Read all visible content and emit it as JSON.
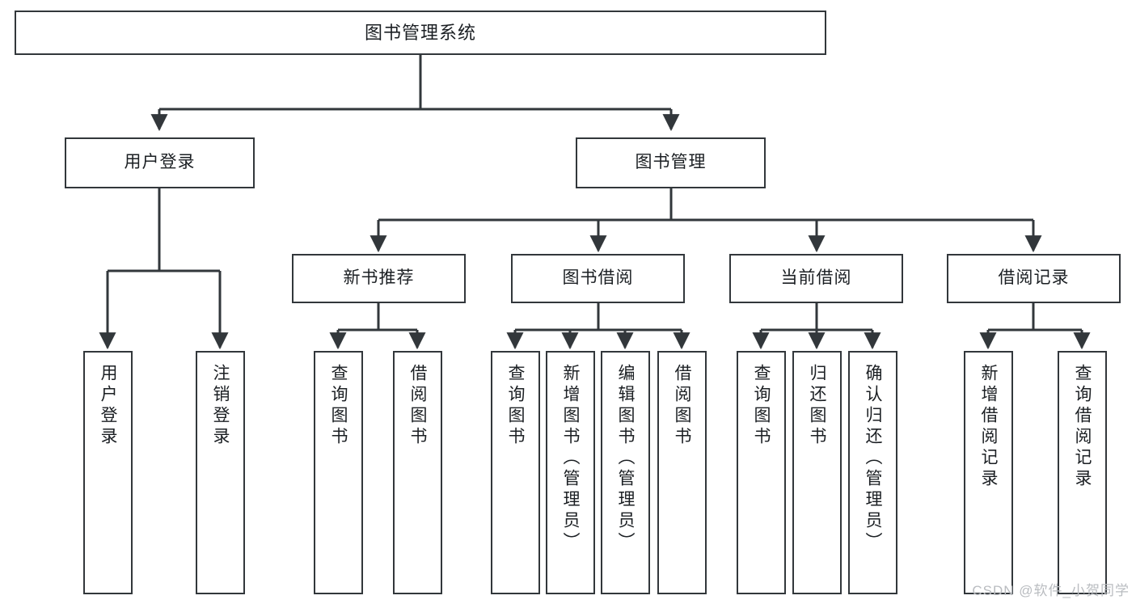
{
  "diagram": {
    "type": "tree",
    "title": "图书管理系统",
    "stroke_color": "#32373b",
    "fill_color": "#ffffff",
    "nodes": {
      "root": {
        "label": "图书管理系统"
      },
      "level2": [
        {
          "label": "用户登录"
        },
        {
          "label": "图书管理"
        }
      ],
      "level3": [
        {
          "label": "新书推荐"
        },
        {
          "label": "图书借阅"
        },
        {
          "label": "当前借阅"
        },
        {
          "label": "借阅记录"
        }
      ],
      "leaves": {
        "user_login": [
          {
            "label": "用户登录"
          },
          {
            "label": "注销登录"
          }
        ],
        "new_book_recommend": [
          {
            "label": "查询图书"
          },
          {
            "label": "借阅图书"
          }
        ],
        "book_borrow": [
          {
            "label": "查询图书"
          },
          {
            "label": "新增图书（管理员）"
          },
          {
            "label": "编辑图书（管理员）"
          },
          {
            "label": "借阅图书"
          }
        ],
        "current_borrow": [
          {
            "label": "查询图书"
          },
          {
            "label": "归还图书"
          },
          {
            "label": "确认归还（管理员）"
          }
        ],
        "borrow_record": [
          {
            "label": "新增借阅记录"
          },
          {
            "label": "查询借阅记录"
          }
        ]
      }
    }
  },
  "watermark": {
    "text": "CSDN @软件_小贺同学"
  }
}
